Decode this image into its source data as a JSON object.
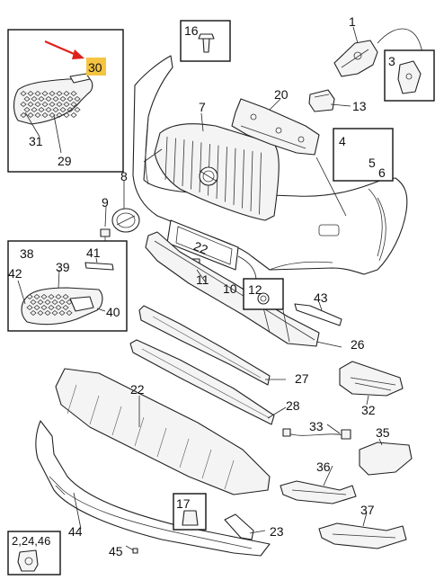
{
  "callouts": {
    "c1": "1",
    "c2_24_46": "2,24,46",
    "c3": "3",
    "c4": "4",
    "c5": "5",
    "c6": "6",
    "c7": "7",
    "c8": "8",
    "c9": "9",
    "c10": "10",
    "c11": "11",
    "c12": "12",
    "c13": "13",
    "c16": "16",
    "c17": "17",
    "c20": "20",
    "c22": "22",
    "c23": "23",
    "c26": "26",
    "c27": "27",
    "c28": "28",
    "c29": "29",
    "c30": "30",
    "c31": "31",
    "c32": "32",
    "c33": "33",
    "c35": "35",
    "c36": "36",
    "c37": "37",
    "c38": "38",
    "c39": "39",
    "c40": "40",
    "c41": "41",
    "c42": "42",
    "c43": "43",
    "c44": "44",
    "c45": "45"
  },
  "plate_text": "22",
  "colors": {
    "highlight": "#f5c542",
    "arrow": "#e0201b",
    "line": "#222222"
  }
}
